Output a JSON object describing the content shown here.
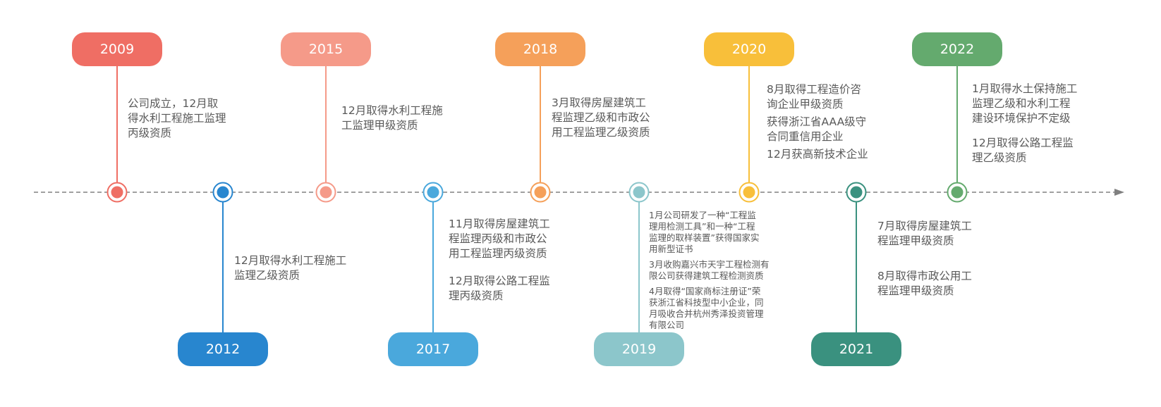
{
  "palette": {
    "axis": "#808080",
    "text": "#595959"
  },
  "milestones": [
    {
      "year": "2009",
      "side": "top",
      "color": "#ef6e64",
      "events": [
        "公司成立，12月取\n得水利工程施工监理\n丙级资质"
      ]
    },
    {
      "year": "2012",
      "side": "bottom",
      "color": "#2886cf",
      "events": [
        "12月取得水利工程施工\n监理乙级资质"
      ]
    },
    {
      "year": "2015",
      "side": "top",
      "color": "#f59a89",
      "events": [
        "12月取得水利工程施\n工监理甲级资质"
      ]
    },
    {
      "year": "2017",
      "side": "bottom",
      "color": "#4aa8dc",
      "events": [
        "11月取得房屋建筑工\n程监理丙级和市政公\n用工程监理丙级资质",
        "12月取得公路工程监\n理丙级资质"
      ]
    },
    {
      "year": "2018",
      "side": "top",
      "color": "#f5a05a",
      "events": [
        "3月取得房屋建筑工\n程监理乙级和市政公\n用工程监理乙级资质"
      ]
    },
    {
      "year": "2019",
      "side": "bottom",
      "color": "#8cc6cb",
      "small": true,
      "events": [
        "1月公司研发了一种“工程监\n理用检测工具”和一种“工程\n监理的取样装置”获得国家实\n用新型证书",
        "3月收购嘉兴市天宇工程检测有\n限公司获得建筑工程检测资质",
        "4月取得“国家商标注册证”荣\n获浙江省科技型中小企业，同\n月吸收合并杭州秀泽投资管理\n有限公司"
      ]
    },
    {
      "year": "2020",
      "side": "top",
      "color": "#f8bf3a",
      "events": [
        "8月取得工程造价咨\n询企业甲级资质",
        "获得浙江省AAA级守\n合同重信用企业",
        "12月获高新技术企业"
      ]
    },
    {
      "year": "2021",
      "side": "bottom",
      "color": "#3a917f",
      "events": [
        "7月取得房屋建筑工\n程监理甲级资质",
        "8月取得市政公用工\n程监理甲级资质"
      ]
    },
    {
      "year": "2022",
      "side": "top",
      "color": "#64aa6e",
      "events": [
        "1月取得水土保持施工\n监理乙级和水利工程\n建设环境保护不定级",
        "12月取得公路工程监\n理乙级资质"
      ]
    }
  ]
}
